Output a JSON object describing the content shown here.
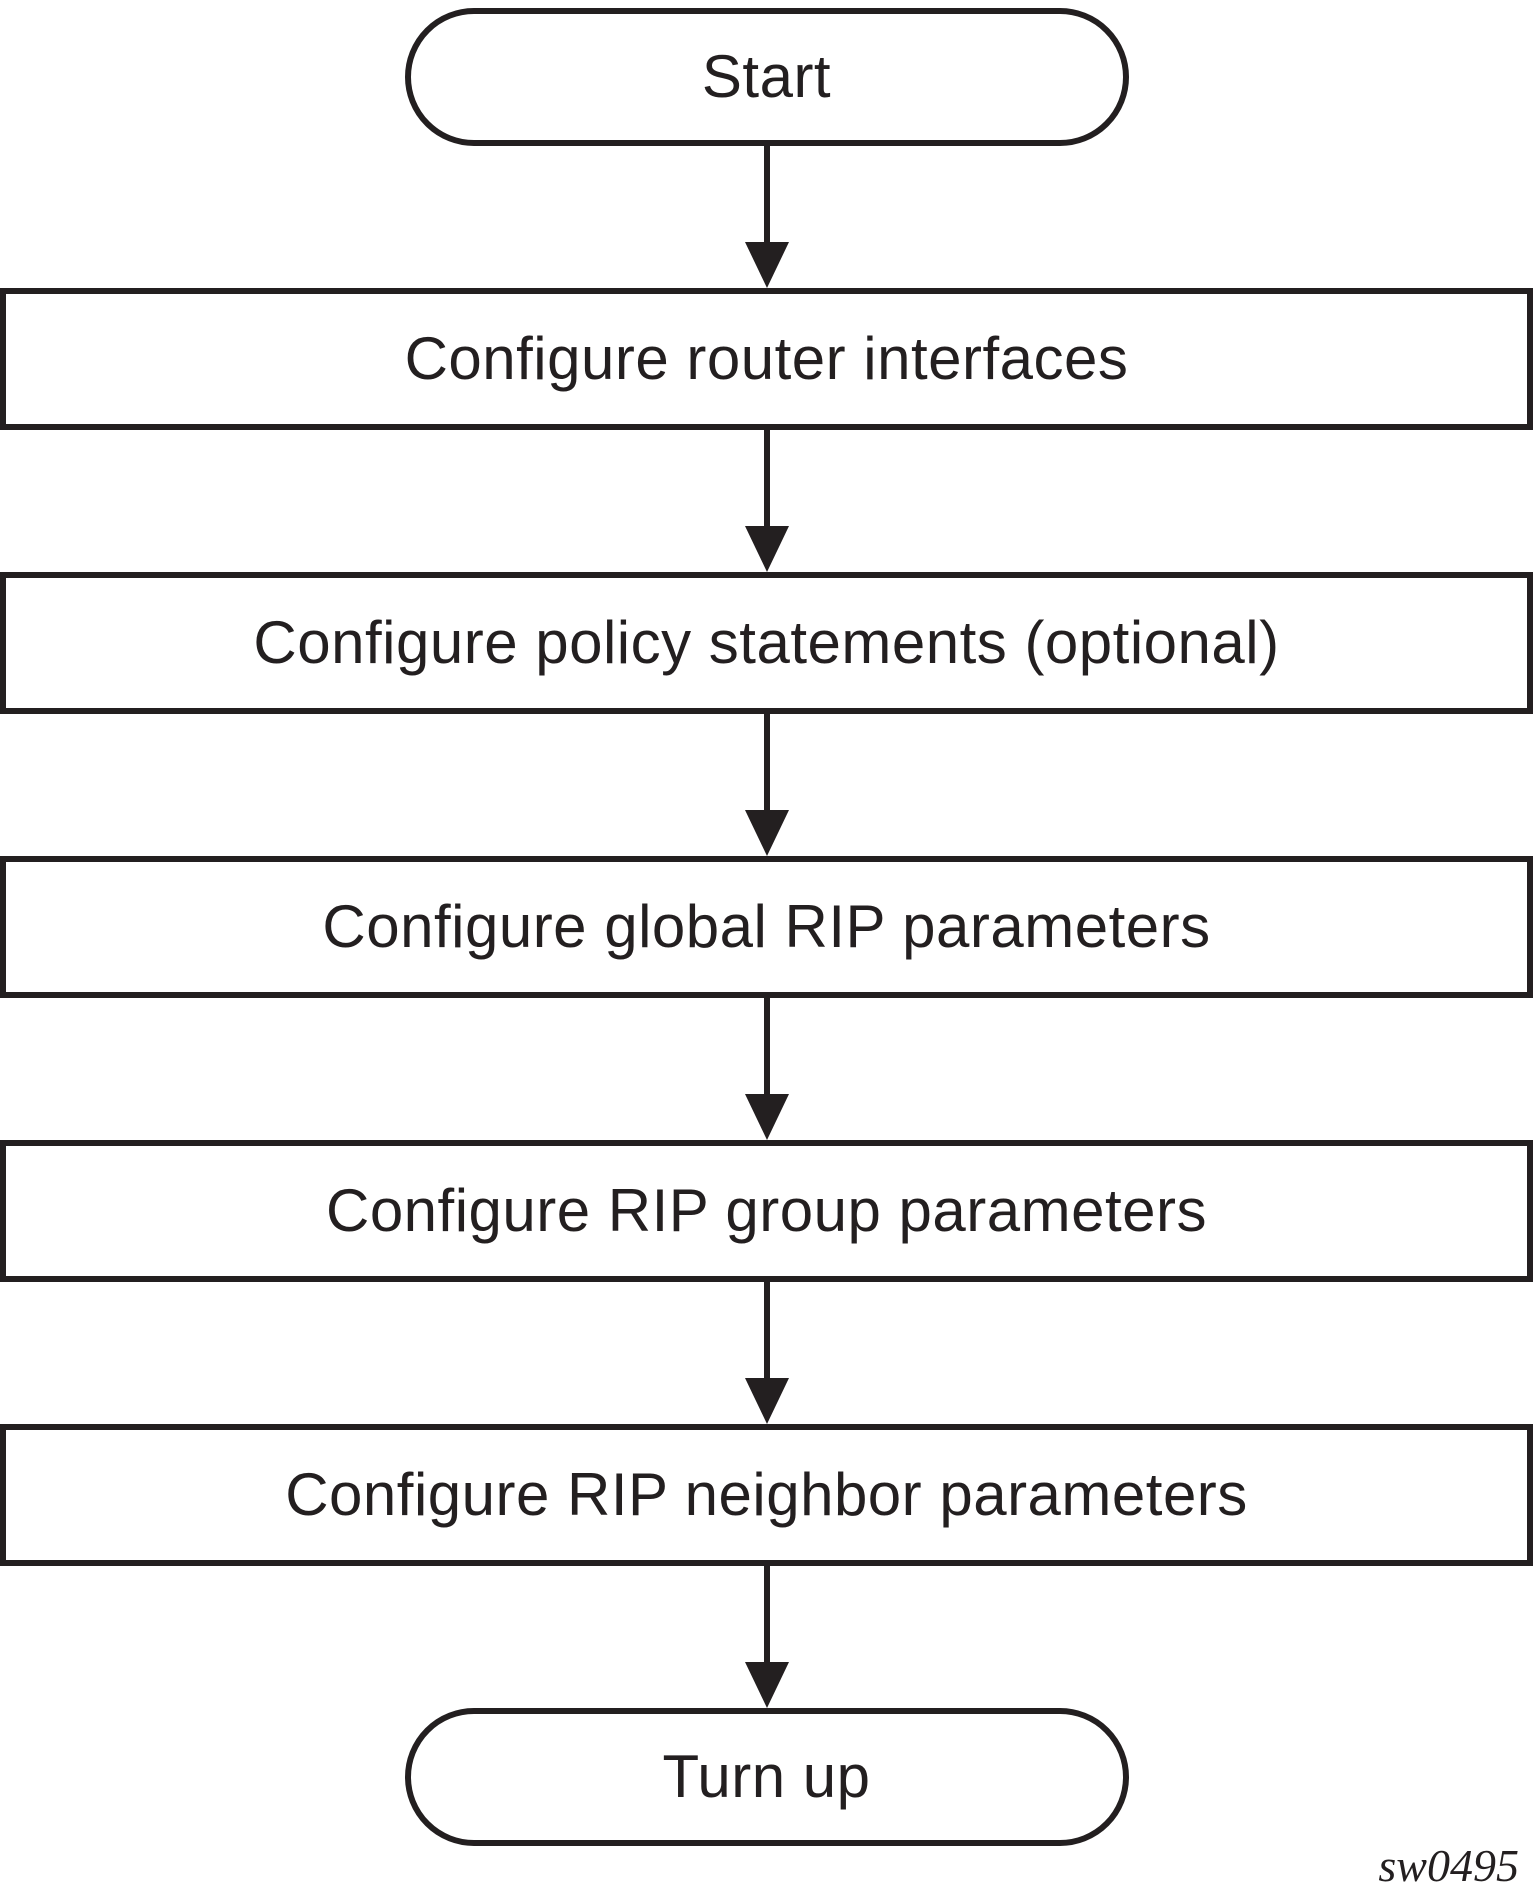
{
  "diagram": {
    "type": "flowchart",
    "direction": "top-to-bottom",
    "nodes": [
      {
        "type": "terminator",
        "label": "Start"
      },
      {
        "type": "process",
        "label": "Configure router interfaces"
      },
      {
        "type": "process",
        "label": "Configure policy statements (optional)"
      },
      {
        "type": "process",
        "label": "Configure global RIP parameters"
      },
      {
        "type": "process",
        "label": "Configure RIP group parameters"
      },
      {
        "type": "process",
        "label": "Configure RIP neighbor parameters"
      },
      {
        "type": "terminator",
        "label": "Turn up"
      }
    ],
    "connections": [
      {
        "from": 0,
        "to": 1
      },
      {
        "from": 1,
        "to": 2
      },
      {
        "from": 2,
        "to": 3
      },
      {
        "from": 3,
        "to": 4
      },
      {
        "from": 4,
        "to": 5
      },
      {
        "from": 5,
        "to": 6
      }
    ],
    "figure_id": "sw0495",
    "colors": {
      "stroke": "#231f20",
      "background": "#ffffff"
    }
  }
}
